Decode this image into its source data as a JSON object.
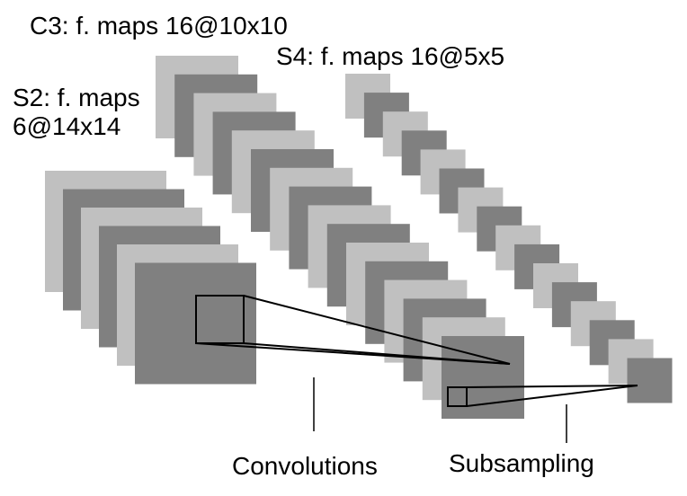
{
  "labels": {
    "s2_line1": "S2: f. maps",
    "s2_line2": "6@14x14",
    "c3": "C3: f. maps 16@10x10",
    "s4": "S4: f. maps 16@5x5",
    "convolutions": "Convolutions",
    "subsampling": "Subsampling"
  },
  "layers": {
    "s2": {
      "maps": 6
    },
    "c3": {
      "maps": 16
    },
    "s4": {
      "maps": 16
    }
  },
  "colors": {
    "light": "#c0c0c0",
    "dark": "#808080",
    "line": "#000000"
  }
}
